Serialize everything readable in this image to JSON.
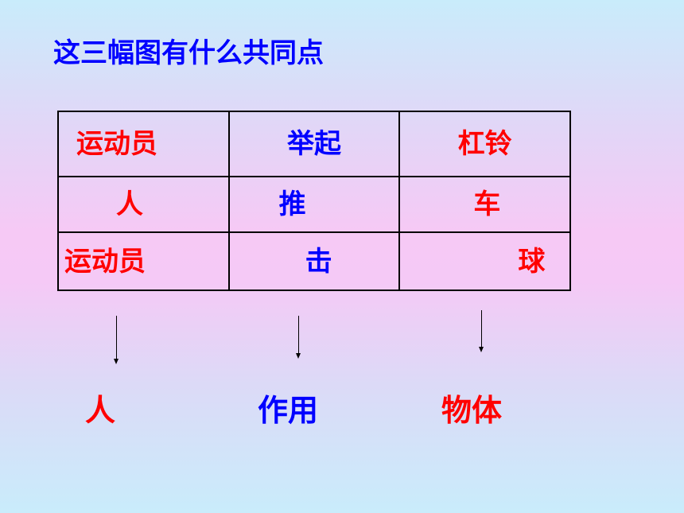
{
  "title": "这三幅图有什么共同点",
  "table": {
    "rows": [
      [
        "运动员",
        "举起",
        "杠铃"
      ],
      [
        "人",
        "推",
        "车"
      ],
      [
        "运动员",
        "击",
        "球"
      ]
    ]
  },
  "labels": [
    "人",
    "作用",
    "物体"
  ],
  "colors": {
    "agent": "#ff0000",
    "action": "#0000ff",
    "object": "#ff0000",
    "title": "#0000ff"
  }
}
